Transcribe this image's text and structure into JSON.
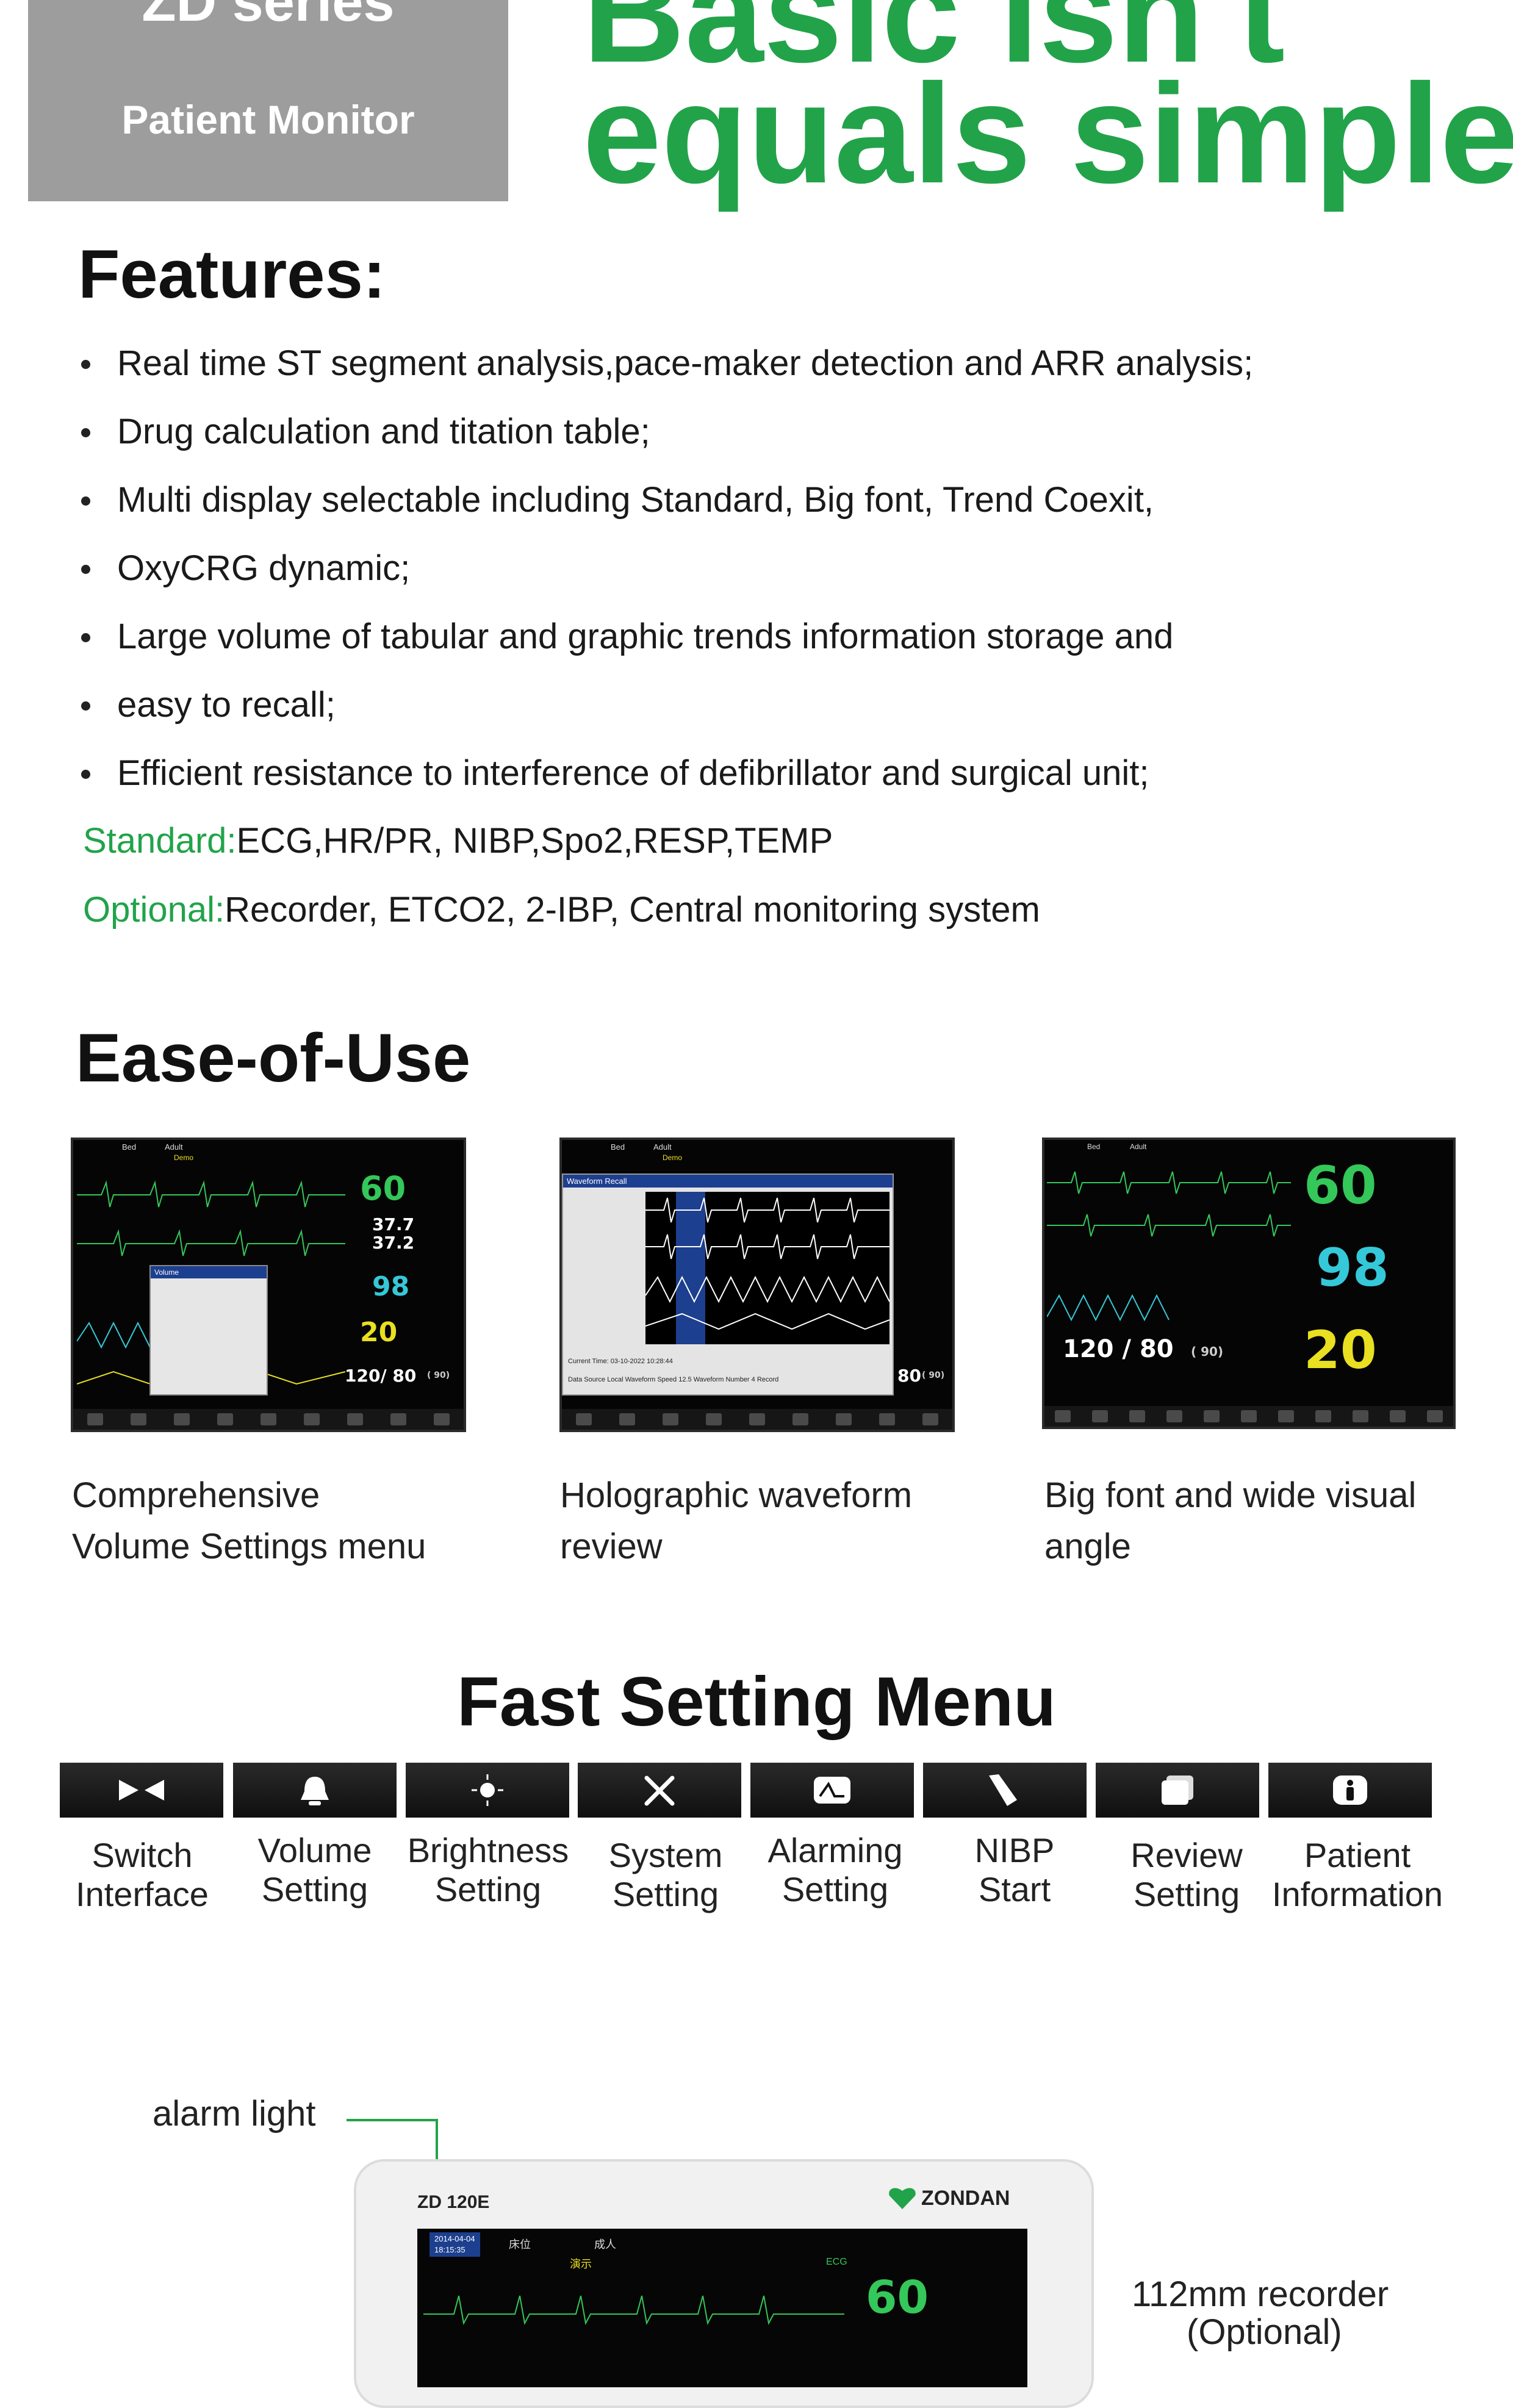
{
  "header": {
    "series": "ZD series",
    "product": "Patient Monitor",
    "hero_line1": "Basic isn't",
    "hero_line2": "equals simple"
  },
  "features": {
    "title": "Features:",
    "items": [
      "Real time ST segment analysis,pace-maker detection and ARR analysis;",
      "Drug calculation and titation table;",
      "Multi display selectable including Standard, Big font, Trend Coexit,",
      "OxyCRG dynamic;",
      "Large volume of tabular and graphic trends information storage and",
      "easy to recall;",
      "Efficient resistance to interference of defibrillator and surgical unit;"
    ],
    "standard_key": "Standard:",
    "standard_value": "ECG,HR/PR, NIBP,Spo2,RESP,TEMP",
    "optional_key": "Optional:",
    "optional_value": "Recorder, ETCO2, 2-IBP, Central monitoring system"
  },
  "ease": {
    "title": "Ease-of-Use",
    "screens": [
      {
        "caption": "Comprehensive\nVolume Settings menu",
        "hr": "60",
        "temp1": "37.7",
        "temp2": "37.2",
        "spo2": "98",
        "resp": "20",
        "nibp": "120/ 80",
        "map": "( 90)",
        "dialog_title": "Volume",
        "header_bed": "Bed",
        "header_adult": "Adult",
        "header_demo": "Demo"
      },
      {
        "caption": "Holographic waveform\nreview",
        "dialog_title": "Waveform Recall",
        "nibp_tail": "80",
        "map": "( 90)",
        "header_bed": "Bed",
        "header_adult": "Adult",
        "header_demo": "Demo",
        "recall_fields": [
          "Data Source",
          "Local",
          "Waveform Speed",
          "12.5",
          "Waveform Number",
          "4",
          "Record"
        ],
        "time_label": "Current Time:",
        "time_value": "03-10-2022 10:28:44"
      },
      {
        "caption": "Big font and wide visual\nangle",
        "hr": "60",
        "spo2": "98",
        "resp": "20",
        "nibp": "120 / 80",
        "map": "( 90)",
        "header_bed": "Bed",
        "header_adult": "Adult"
      }
    ]
  },
  "fast_menu": {
    "title": "Fast Setting Menu",
    "items": [
      {
        "label": "Switch\nInterface",
        "icon": "switch-interface-icon"
      },
      {
        "label": "Volume\nSetting",
        "icon": "bell-icon"
      },
      {
        "label": "Brightness\nSetting",
        "icon": "brightness-icon"
      },
      {
        "label": "System\nSetting",
        "icon": "tools-icon"
      },
      {
        "label": "Alarming\nSetting",
        "icon": "alarm-setting-icon"
      },
      {
        "label": "NIBP\nStart",
        "icon": "nibp-icon"
      },
      {
        "label": "Review\nSetting",
        "icon": "review-icon"
      },
      {
        "label": "Patient\nInformation",
        "icon": "patient-info-icon"
      }
    ]
  },
  "device": {
    "alarm_light": "alarm light",
    "model": "ZD 120E",
    "brand": "ZONDAN",
    "date": "2014-04-04",
    "time": "18:15:35",
    "bed": "床位",
    "adult": "成人",
    "demo": "演示",
    "ecg_label": "ECG",
    "hr": "60",
    "recorder_line1": "112mm recorder",
    "recorder_line2": "(Optional)"
  },
  "colors": {
    "accent_green": "#22a34a",
    "header_gray": "#9d9d9d",
    "ecg_green": "#34c759",
    "spo2_cyan": "#35c8d8",
    "resp_yellow": "#e8e020"
  }
}
